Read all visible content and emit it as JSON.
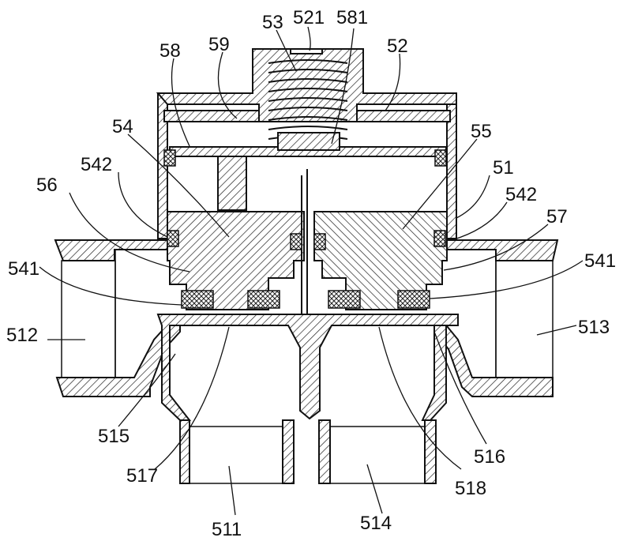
{
  "figure": {
    "labels": {
      "l521": "521",
      "l53": "53",
      "l581": "581",
      "l58": "58",
      "l59": "59",
      "l52": "52",
      "l54": "54",
      "l55": "55",
      "l542a": "542",
      "l51": "51",
      "l56": "56",
      "l542b": "542",
      "l57": "57",
      "l541a": "541",
      "l541b": "541",
      "l512": "512",
      "l513": "513",
      "l515": "515",
      "l516": "516",
      "l517": "517",
      "l518": "518",
      "l511": "511",
      "l514": "514"
    }
  }
}
